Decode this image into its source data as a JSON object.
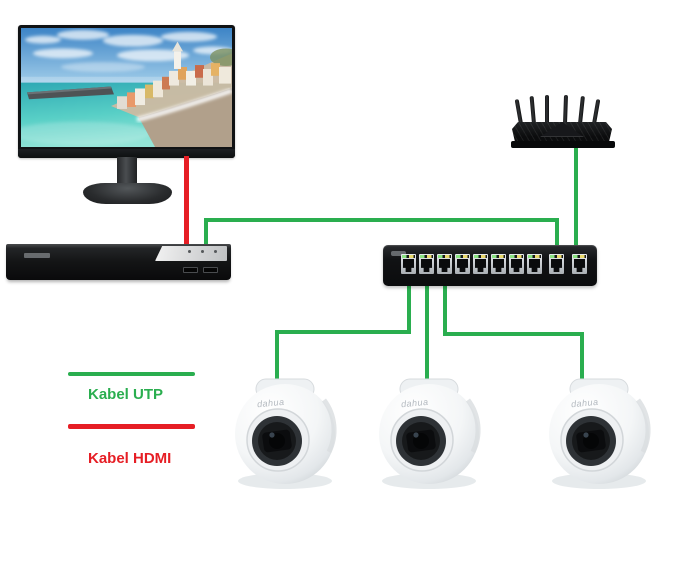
{
  "colors": {
    "utp_green": "#2aae4f",
    "hdmi_red": "#e61e25",
    "background": "#ffffff"
  },
  "legend": {
    "utp_label": "Kabel UTP",
    "hdmi_label": "Kabel HDMI"
  },
  "cameras": {
    "logo": "dahua",
    "count": 3
  },
  "devices": [
    {
      "id": "monitor",
      "type": "display-monitor"
    },
    {
      "id": "dvr",
      "type": "dvr-recorder"
    },
    {
      "id": "router",
      "type": "wifi-router-6-antennas"
    },
    {
      "id": "switch",
      "type": "ethernet-switch-10-ports"
    },
    {
      "id": "camera-1",
      "type": "dome-cctv-camera"
    },
    {
      "id": "camera-2",
      "type": "dome-cctv-camera"
    },
    {
      "id": "camera-3",
      "type": "dome-cctv-camera"
    }
  ],
  "connections": [
    {
      "from": "monitor",
      "to": "dvr",
      "cable": "Kabel HDMI",
      "color": "#e61e25"
    },
    {
      "from": "dvr",
      "to": "switch-port-9",
      "cable": "Kabel UTP",
      "color": "#2aae4f"
    },
    {
      "from": "router",
      "to": "switch-port-10",
      "cable": "Kabel UTP",
      "color": "#2aae4f"
    },
    {
      "from": "switch-port-1",
      "to": "camera-1",
      "cable": "Kabel UTP",
      "color": "#2aae4f"
    },
    {
      "from": "switch-port-2",
      "to": "camera-2",
      "cable": "Kabel UTP",
      "color": "#2aae4f"
    },
    {
      "from": "switch-port-3",
      "to": "camera-3",
      "cable": "Kabel UTP",
      "color": "#2aae4f"
    }
  ]
}
